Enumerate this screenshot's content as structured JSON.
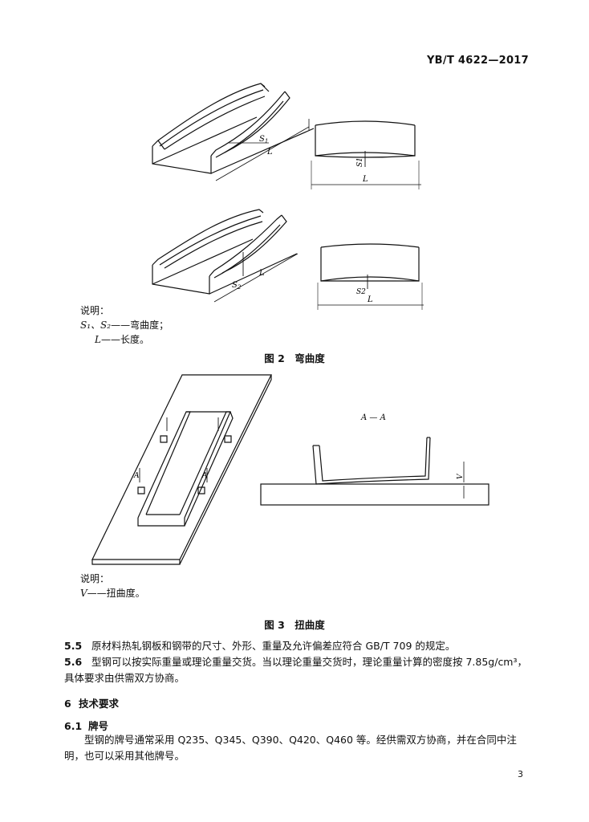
{
  "header": {
    "standard_code": "YB/T 4622—2017"
  },
  "figure2": {
    "labels": {
      "s1": "S",
      "s1_sub": "1",
      "s2": "S",
      "s2_sub": "2",
      "l": "L"
    },
    "legend": {
      "title": "说明：",
      "line1_symbol": "S₁、S₂",
      "line1_text": "——弯曲度；",
      "line2_symbol": "L",
      "line2_text": "——长度。"
    },
    "caption": "图 2　弯曲度"
  },
  "figure3": {
    "labels": {
      "section": "A — A",
      "a": "A",
      "v": "V"
    },
    "legend": {
      "title": "说明：",
      "line1_symbol": "V",
      "line1_text": "——扭曲度。"
    },
    "caption": "图 3　扭曲度"
  },
  "clauses": [
    {
      "number": "5.5",
      "text": "原材料热轧钢板和钢带的尺寸、外形、重量及允许偏差应符合 GB/T 709 的规定。"
    },
    {
      "number": "5.6",
      "text": "型钢可以按实际重量或理论重量交货。当以理论重量交货时，理论重量计算的密度按 7.85g/cm³，具体要求由供需双方协商。"
    }
  ],
  "section6": {
    "number": "6",
    "title": "技术要求"
  },
  "section61": {
    "number": "6.1",
    "title": "牌号"
  },
  "section61_text": "型钢的牌号通常采用 Q235、Q345、Q390、Q420、Q460 等。经供需双方协商，并在合同中注明，也可以采用其他牌号。",
  "page_number": "3"
}
